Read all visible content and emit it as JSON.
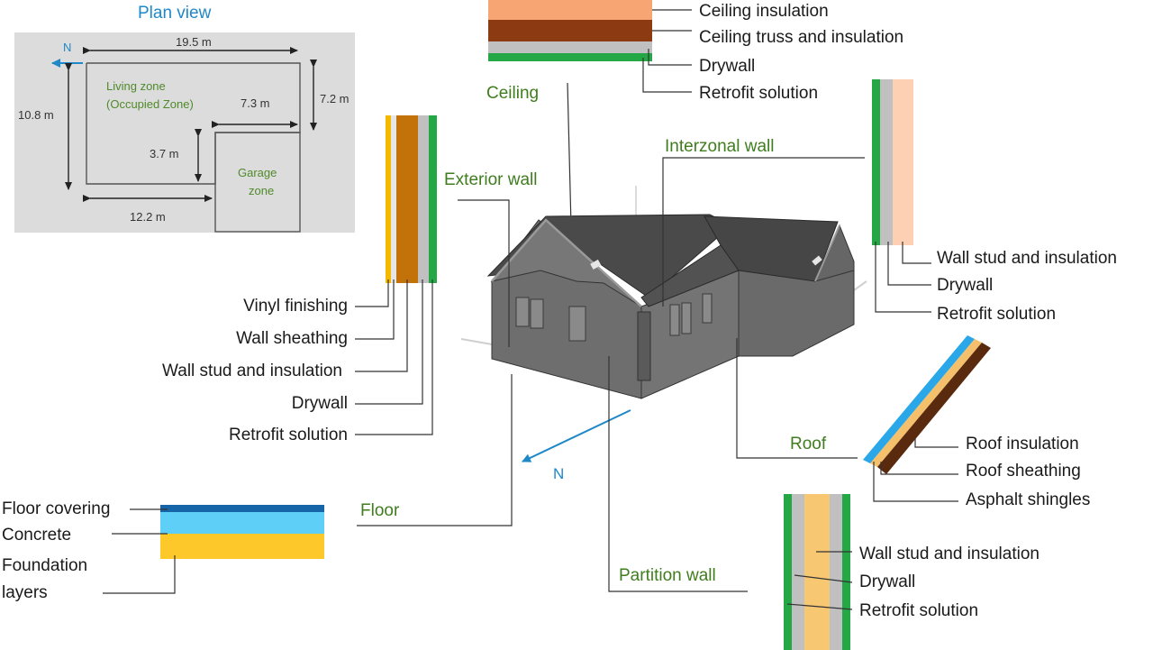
{
  "colors": {
    "plan_bg": "#dcdcdc",
    "green_label": "#3f7d1e",
    "blue_accent": "#1e88c8",
    "retrofit": "#23a845",
    "drywall": "#c0c0c0",
    "house": "#6e6e6e",
    "roof": "#4a4a4a"
  },
  "plan": {
    "title": "Plan view",
    "north": "N",
    "dims": {
      "top_width": "19.5 m",
      "left_height": "10.8 m",
      "right_height": "7.2 m",
      "garage_width": "7.3 m",
      "notch_height": "3.7 m",
      "bottom_width": "12.2 m"
    },
    "living_zone": [
      "Living zone",
      "(Occupied Zone)"
    ],
    "garage_zone": [
      "Garage",
      "zone"
    ]
  },
  "components": {
    "ceiling": "Ceiling",
    "interzonal_wall": "Interzonal  wall",
    "exterior_wall": "Exterior wall",
    "roof": "Roof",
    "floor": "Floor",
    "partition_wall": "Partition wall"
  },
  "north_arrow": "N",
  "layers": {
    "ceiling": [
      "Ceiling insulation",
      "Ceiling truss and insulation",
      "Drywall",
      "Retrofit solution"
    ],
    "exterior_wall": [
      "Vinyl finishing",
      "Wall sheathing",
      "Wall stud and insulation",
      "Drywall",
      "Retrofit solution"
    ],
    "interzonal_wall": [
      "Wall stud and insulation",
      "Drywall",
      "Retrofit solution"
    ],
    "roof": [
      "Roof insulation",
      "Roof sheathing",
      "Asphalt shingles"
    ],
    "floor": [
      "Floor covering",
      "Concrete",
      "Foundation",
      "layers"
    ],
    "partition_wall": [
      "Wall stud and insulation",
      "Drywall",
      "Retrofit solution"
    ]
  }
}
